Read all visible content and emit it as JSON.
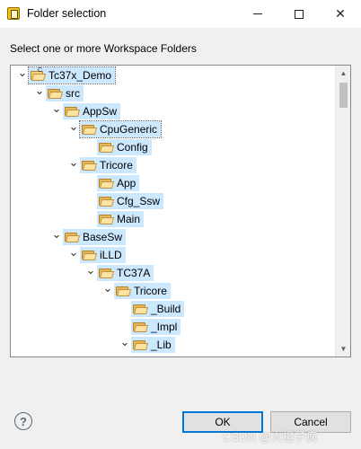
{
  "window": {
    "title": "Folder selection",
    "minimize": "minimize",
    "maximize": "maximize",
    "close": "✕"
  },
  "prompt": "Select one or more Workspace Folders",
  "tree": [
    {
      "label": "Tc37x_Demo",
      "depth": 0,
      "expanded": true,
      "project": true,
      "focus": true
    },
    {
      "label": "src",
      "depth": 1,
      "expanded": true
    },
    {
      "label": "AppSw",
      "depth": 2,
      "expanded": true
    },
    {
      "label": "CpuGeneric",
      "depth": 3,
      "expanded": true,
      "focus": true
    },
    {
      "label": "Config",
      "depth": 4,
      "expanded": null
    },
    {
      "label": "Tricore",
      "depth": 3,
      "expanded": true
    },
    {
      "label": "App",
      "depth": 4,
      "expanded": null
    },
    {
      "label": "Cfg_Ssw",
      "depth": 4,
      "expanded": null
    },
    {
      "label": "Main",
      "depth": 4,
      "expanded": null
    },
    {
      "label": "BaseSw",
      "depth": 2,
      "expanded": true
    },
    {
      "label": "iLLD",
      "depth": 3,
      "expanded": true
    },
    {
      "label": "TC37A",
      "depth": 4,
      "expanded": true
    },
    {
      "label": "Tricore",
      "depth": 5,
      "expanded": true
    },
    {
      "label": "_Build",
      "depth": 6,
      "expanded": null
    },
    {
      "label": "_Impl",
      "depth": 6,
      "expanded": null
    },
    {
      "label": "_Lib",
      "depth": 6,
      "expanded": true
    }
  ],
  "buttons": {
    "help": "?",
    "ok": "OK",
    "cancel": "Cancel"
  },
  "watermark": "CSDN @大橙子疯",
  "colors": {
    "selection": "#cce8ff",
    "default_button_border": "#0078d7"
  }
}
